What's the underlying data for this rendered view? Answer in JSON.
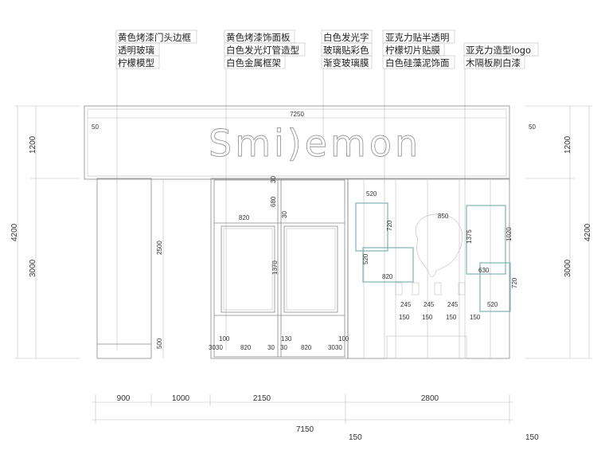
{
  "callouts": [
    [
      "黄色烤漆门头边框",
      "透明玻璃",
      "柠檬模型"
    ],
    [
      "黄色烤漆饰面板",
      "白色发光灯管造型",
      "白色金属框架"
    ],
    [
      "白色发光字",
      "玻璃贴彩色",
      "渐变玻璃膜"
    ],
    [
      "亚克力贴半透明",
      "柠檬切片贴膜",
      "白色硅藻泥饰面"
    ],
    [
      "亚克力造型logo",
      "木隔板刷白漆"
    ]
  ],
  "sign": {
    "logo_text": "Smi)emon",
    "width": "7250",
    "left_offset": "50",
    "right_offset": "50"
  },
  "left_dims": {
    "top": "1200",
    "bottom": "3000",
    "total": "4200"
  },
  "right_dims": {
    "top": "1200",
    "bottom": "3000",
    "total": "4200"
  },
  "door_dims": {
    "d2500": "2500",
    "d500": "500",
    "d30a": "30",
    "d680": "680",
    "d30b": "30",
    "d820top": "820",
    "d1370": "1370",
    "d100l": "100",
    "d130": "130",
    "d100r": "100",
    "bottom": [
      "30",
      "30",
      "820",
      "30",
      "30",
      "820",
      "30",
      "30"
    ]
  },
  "wall_dims": {
    "w520a": "520",
    "h720a": "720",
    "h520": "520",
    "w820": "820",
    "w850": "850",
    "h1375": "1375",
    "h1020": "1020",
    "w630": "630",
    "h720b": "720",
    "w520b": "520",
    "w245": [
      "245",
      "245",
      "245"
    ],
    "w150": [
      "150",
      "150",
      "150",
      "150"
    ]
  },
  "bottom_dims": {
    "segments": [
      "900",
      "1000",
      "2150",
      "2800"
    ],
    "total": "7150",
    "left_ext": "150",
    "right_ext": "150"
  },
  "colors": {
    "line": "#8a8a8a",
    "teal": "#7fb3b3"
  }
}
